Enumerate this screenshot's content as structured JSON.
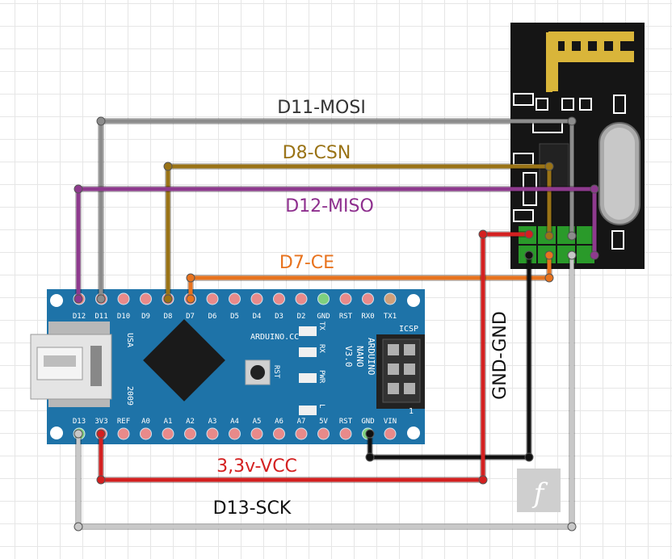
{
  "wire_labels": {
    "mosi": "D11-MOSI",
    "csn": "D8-CSN",
    "miso": "D12-MISO",
    "ce": "D7-CE",
    "gnd": "GND-GND",
    "vcc": "3,3v-VCC",
    "sck": "D13-SCK"
  },
  "wire_colors": {
    "mosi": "#8c8c8c",
    "csn": "#9a7316",
    "miso": "#8e3a8e",
    "ce": "#e8731e",
    "gnd": "#111111",
    "vcc": "#d42020",
    "sck": "#c8c8c8"
  },
  "label_colors": {
    "mosi": "#333333",
    "csn": "#9a7316",
    "miso": "#8e2f8e",
    "ce": "#e8731e",
    "gnd": "#111111",
    "vcc": "#d42020",
    "sck": "#111111"
  },
  "arduino": {
    "top_pins": [
      "D12",
      "D11",
      "D10",
      "D9",
      "D8",
      "D7",
      "D6",
      "D5",
      "D4",
      "D3",
      "D2",
      "GND",
      "RST",
      "RX0",
      "TX1"
    ],
    "bottom_pins": [
      "D13",
      "3V3",
      "REF",
      "A0",
      "A1",
      "A2",
      "A3",
      "A4",
      "A5",
      "A6",
      "A7",
      "5V",
      "RST",
      "GND",
      "VIN"
    ],
    "brand": "ARDUINO.CC",
    "model_lines": [
      "ARDUINO",
      "NANO",
      "V3.0"
    ],
    "usa": "USA",
    "year": "2009",
    "rst": "RST",
    "icsp": "ICSP",
    "leds": [
      "TX",
      "RX",
      "PWR",
      "L"
    ],
    "icsp_num": "1",
    "board_color": "#1e73a8"
  },
  "module": {
    "board_color": "#151515"
  },
  "logo": {
    "glyph": "f"
  }
}
